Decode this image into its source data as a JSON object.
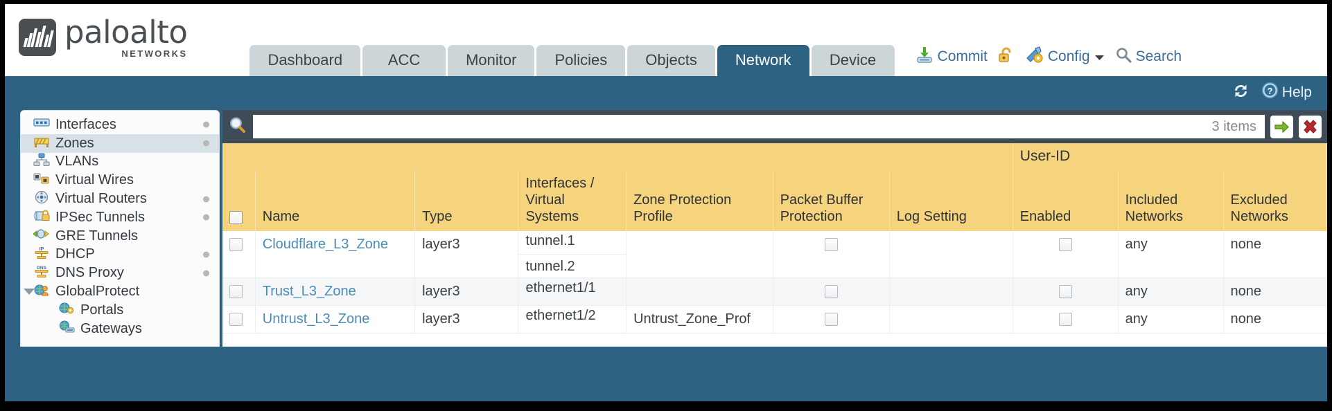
{
  "brand": {
    "name": "paloalto",
    "tagline": "NETWORKS",
    "reg": "®"
  },
  "header": {
    "tabs": [
      {
        "label": "Dashboard",
        "active": false
      },
      {
        "label": "ACC",
        "active": false
      },
      {
        "label": "Monitor",
        "active": false
      },
      {
        "label": "Policies",
        "active": false
      },
      {
        "label": "Objects",
        "active": false
      },
      {
        "label": "Network",
        "active": true
      },
      {
        "label": "Device",
        "active": false
      }
    ],
    "actions": {
      "commit": "Commit",
      "lock_icon": "unlocked-padlock-icon",
      "config": "Config",
      "search": "Search"
    }
  },
  "toolbar": {
    "refresh_icon": "refresh-icon",
    "help": "Help"
  },
  "sidebar": {
    "items": [
      {
        "label": "Interfaces",
        "icon": "interfaces-icon",
        "selected": false,
        "dot": true,
        "child": false,
        "twisty": false
      },
      {
        "label": "Zones",
        "icon": "zones-icon",
        "selected": true,
        "dot": true,
        "child": false,
        "twisty": false
      },
      {
        "label": "VLANs",
        "icon": "vlans-icon",
        "selected": false,
        "dot": false,
        "child": false,
        "twisty": false
      },
      {
        "label": "Virtual Wires",
        "icon": "virtual-wires-icon",
        "selected": false,
        "dot": false,
        "child": false,
        "twisty": false
      },
      {
        "label": "Virtual Routers",
        "icon": "virtual-routers-icon",
        "selected": false,
        "dot": true,
        "child": false,
        "twisty": false
      },
      {
        "label": "IPSec Tunnels",
        "icon": "ipsec-tunnels-icon",
        "selected": false,
        "dot": true,
        "child": false,
        "twisty": false
      },
      {
        "label": "GRE Tunnels",
        "icon": "gre-tunnels-icon",
        "selected": false,
        "dot": false,
        "child": false,
        "twisty": false
      },
      {
        "label": "DHCP",
        "icon": "dhcp-icon",
        "selected": false,
        "dot": true,
        "child": false,
        "twisty": false
      },
      {
        "label": "DNS Proxy",
        "icon": "dns-proxy-icon",
        "selected": false,
        "dot": true,
        "child": false,
        "twisty": false
      },
      {
        "label": "GlobalProtect",
        "icon": "globalprotect-icon",
        "selected": false,
        "dot": false,
        "child": false,
        "twisty": true
      },
      {
        "label": "Portals",
        "icon": "portals-icon",
        "selected": false,
        "dot": false,
        "child": true,
        "twisty": false
      },
      {
        "label": "Gateways",
        "icon": "gateways-icon",
        "selected": false,
        "dot": false,
        "child": true,
        "twisty": false
      }
    ]
  },
  "filter": {
    "search_icon": "magnifier-icon",
    "value": "",
    "placeholder": "",
    "item_count": "3 items",
    "apply_icon": "green-arrow-icon",
    "clear_icon": "red-x-icon"
  },
  "table": {
    "group_header": "User-ID",
    "columns": [
      "Name",
      "Type",
      "Interfaces / Virtual Systems",
      "Zone Protection Profile",
      "Packet Buffer Protection",
      "Log Setting",
      "Enabled",
      "Included Networks",
      "Excluded Networks"
    ],
    "rows": [
      {
        "name": "Cloudflare_L3_Zone",
        "type": "layer3",
        "interfaces": [
          "tunnel.1",
          "tunnel.2"
        ],
        "zone_protection_profile": "",
        "packet_buffer_protection": false,
        "log_setting": "",
        "userid_enabled": false,
        "included_networks": "any",
        "excluded_networks": "none"
      },
      {
        "name": "Trust_L3_Zone",
        "type": "layer3",
        "interfaces": [
          "ethernet1/1"
        ],
        "zone_protection_profile": "",
        "packet_buffer_protection": false,
        "log_setting": "",
        "userid_enabled": false,
        "included_networks": "any",
        "excluded_networks": "none"
      },
      {
        "name": "Untrust_L3_Zone",
        "type": "layer3",
        "interfaces": [
          "ethernet1/2"
        ],
        "zone_protection_profile": "Untrust_Zone_Prof",
        "packet_buffer_protection": false,
        "log_setting": "",
        "userid_enabled": false,
        "included_networks": "any",
        "excluded_networks": "none"
      }
    ]
  },
  "colors": {
    "brand_blue": "#2d6283",
    "header_yellow": "#f6d47e",
    "group_yellow": "#e3b44a",
    "link_blue": "#4a8cb5",
    "tab_grey": "#ccd6d9"
  }
}
